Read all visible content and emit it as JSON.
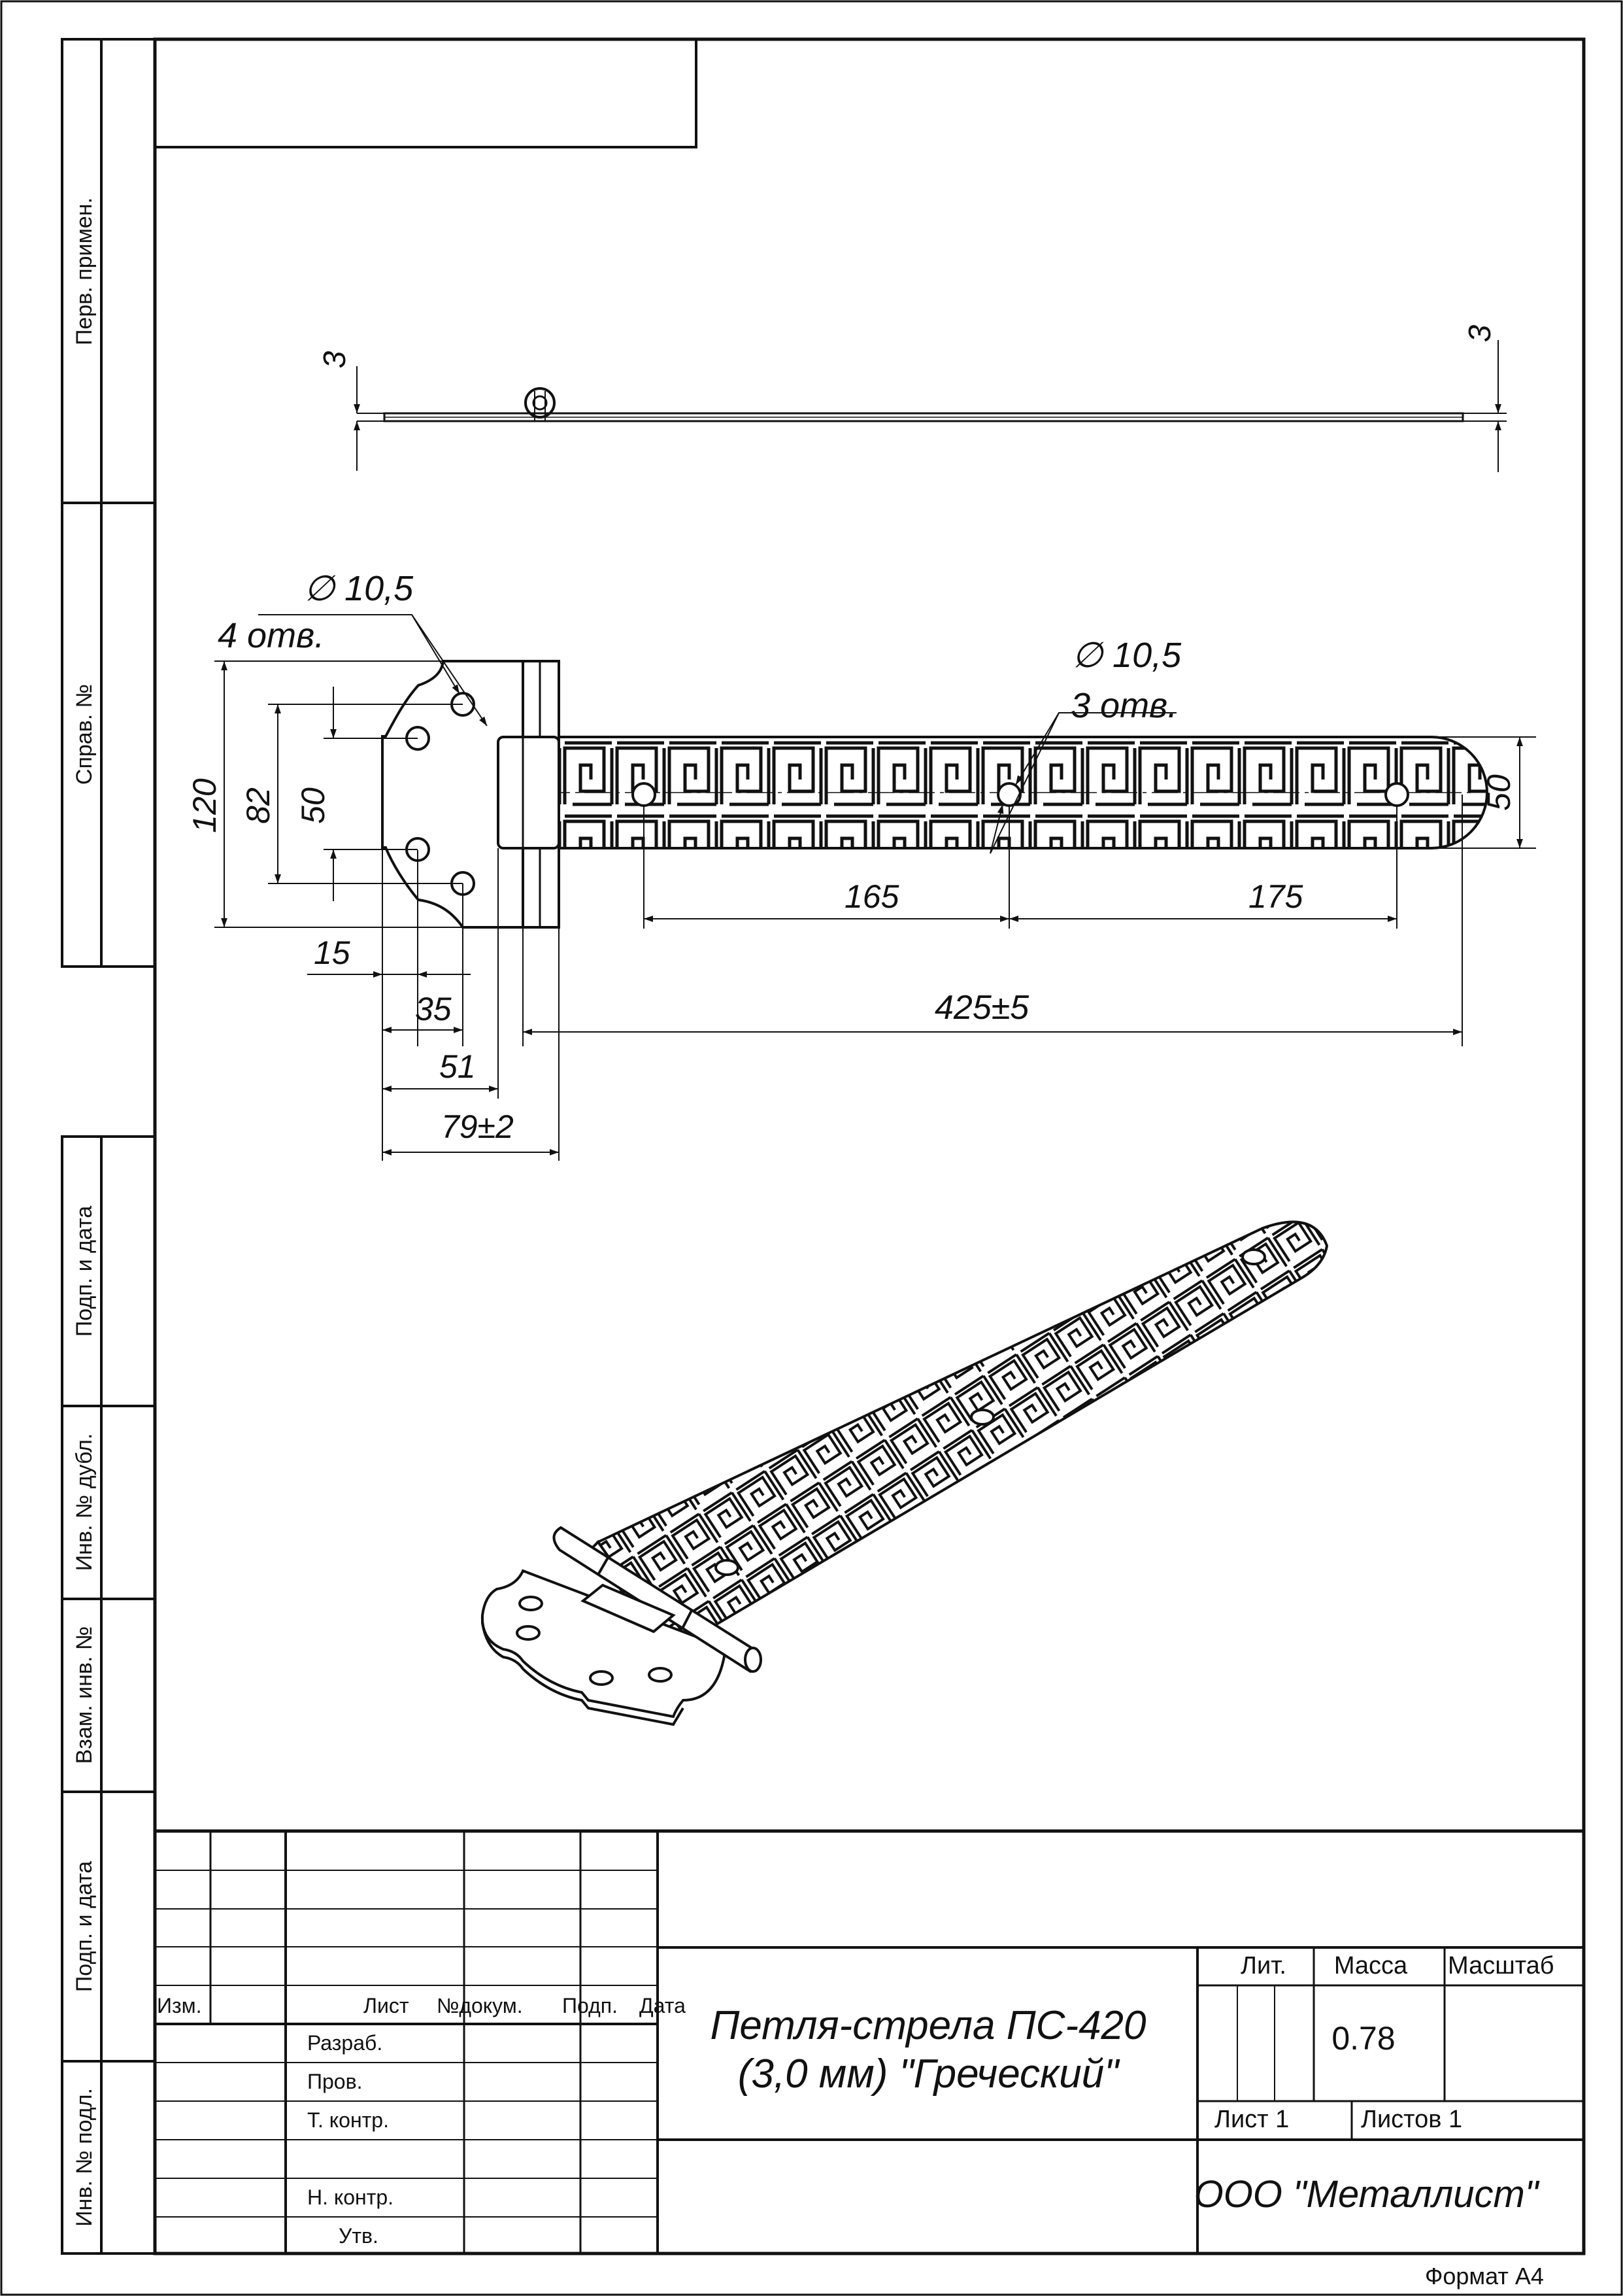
{
  "sheet": {
    "format_label": "Формат А4"
  },
  "margin_column": {
    "labels": [
      "Перв. примен.",
      "Справ. №",
      "Подп. и дата",
      "Инв. № дубл.",
      "Взам. инв. №",
      "Подп. и дата",
      "Инв. № подл."
    ]
  },
  "views": {
    "side": {
      "thickness_left": "3",
      "thickness_right": "3"
    },
    "front": {
      "plate_holes_callout": {
        "diameter": "∅ 10,5",
        "count": "4 отв."
      },
      "strap_holes_callout": {
        "diameter": "∅ 10,5",
        "count": "3 отв."
      },
      "dims": {
        "plate_height": "120",
        "outer_holes": "82",
        "inner_holes": "50",
        "edge_to_hole": "15",
        "holes_horizontal": "35",
        "plate_to_knuckle": "51",
        "total_plate": "79±2",
        "strap_hole_1_2": "165",
        "strap_hole_2_3": "175",
        "strap_length": "425±5",
        "strap_width": "50"
      }
    }
  },
  "title_block": {
    "columns": {
      "izm": "Изм.",
      "list": "Лист",
      "doc": "№докум.",
      "sign": "Подп.",
      "date": "Дата"
    },
    "rows": {
      "razrab": "Разраб.",
      "prov": "Пров.",
      "tkontr": "Т. контр.",
      "nkontr": "Н. контр.",
      "utv": "Утв."
    },
    "title_line1": "Петля-стрела ПС-420",
    "title_line2": "(3,0 мм) \"Греческий\"",
    "lit_label": "Лит.",
    "mass_label": "Масса",
    "scale_label": "Масштаб",
    "mass_value": "0.78",
    "sheet_label": "Лист 1",
    "sheets_label": "Листов 1",
    "company": "ООО \"Металлист\""
  }
}
